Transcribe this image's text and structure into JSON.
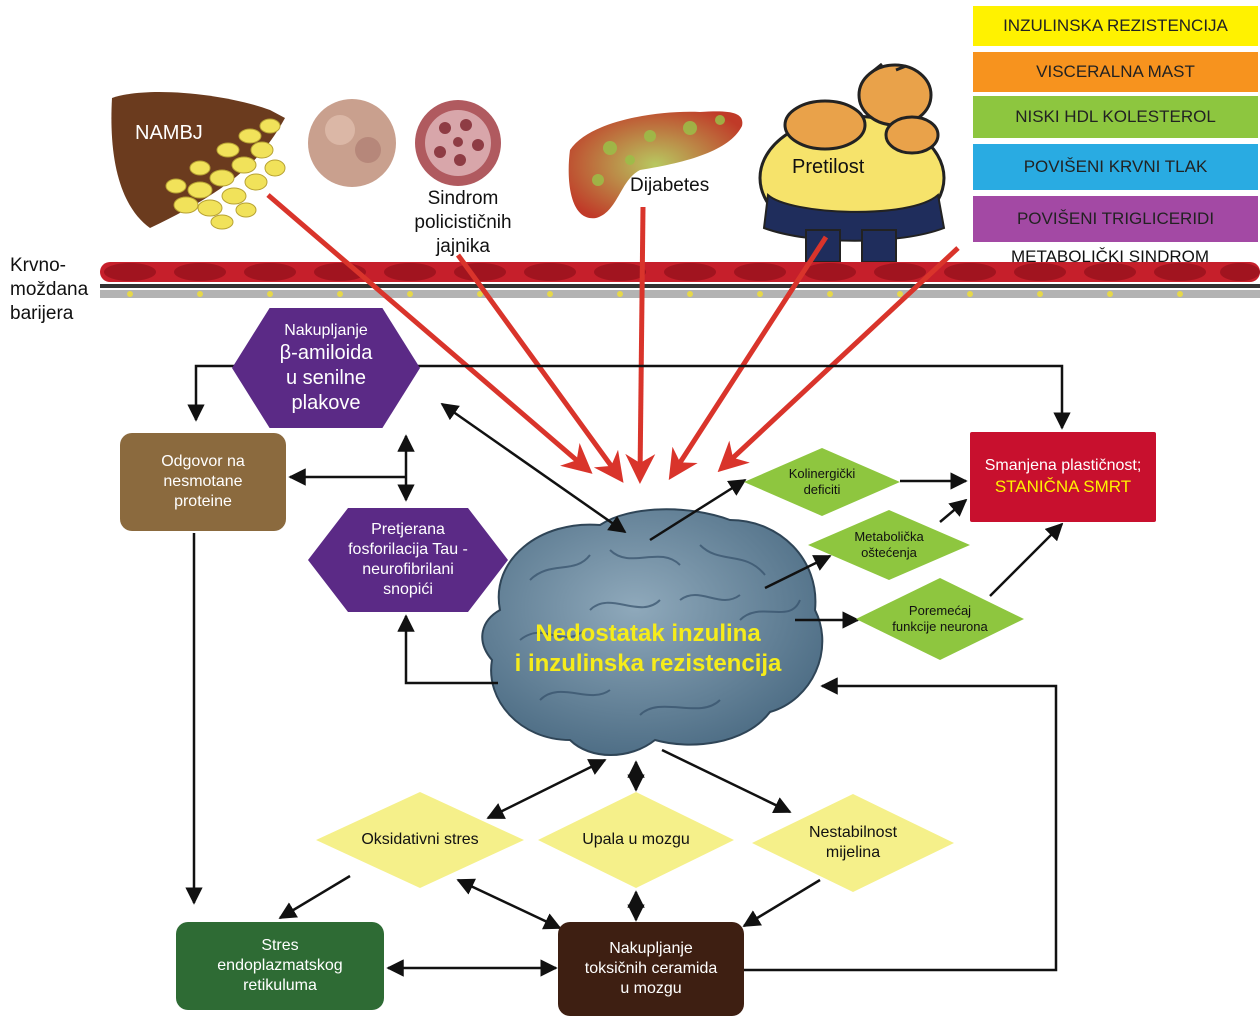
{
  "legend": [
    {
      "label": "INZULINSKA REZISTENCIJA",
      "color": "#fff200"
    },
    {
      "label": "VISCERALNA MAST",
      "color": "#f7931e"
    },
    {
      "label": "NISKI HDL KOLESTEROL",
      "color": "#8dc63f"
    },
    {
      "label": "POVIŠENI KRVNI TLAK",
      "color": "#29abe2"
    },
    {
      "label": "POVIŠENI TRIGLICERIDI",
      "color": "#a349a4"
    }
  ],
  "metabolic_syndrome_label": "METABOLIČKI SINDROM",
  "sources": {
    "nambj": "NAMBJ",
    "pcos_line1": "Sindrom",
    "pcos_line2": "policističnih",
    "pcos_line3": "jajnika",
    "diabetes": "Dijabetes",
    "obesity": "Pretilost"
  },
  "barrier": {
    "line1": "Krvno-",
    "line2": "moždana",
    "line3": "barijera"
  },
  "center": {
    "line1": "Nedostatak inzulina",
    "line2": "i inzulinska rezistencija"
  },
  "nodes": {
    "amyloid": {
      "l1": "Nakupljanje",
      "l2": "β-amiloida",
      "l3": "u senilne",
      "l4": "plakove"
    },
    "upr": {
      "l1": "Odgovor na",
      "l2": "nesmotane",
      "l3": "proteine"
    },
    "tau": {
      "l1": "Pretjerana",
      "l2": "fosforilacija Tau -",
      "l3": "neurofibrilani",
      "l4": "snopići"
    },
    "cholinergic": {
      "l1": "Kolinergički",
      "l2": "deficiti"
    },
    "metabolic_damage": {
      "l1": "Metabolička",
      "l2": "oštećenja"
    },
    "neuron_dysfunction": {
      "l1": "Poremećaj",
      "l2": "funkcije neurona"
    },
    "outcome": {
      "l1": "Smanjena plastičnost;",
      "l2": "STANIČNA SMRT"
    },
    "oxidative": "Oksidativni stres",
    "inflammation": "Upala u mozgu",
    "myelin": {
      "l1": "Nestabilnost",
      "l2": "mijelina"
    },
    "er_stress": {
      "l1": "Stres",
      "l2": "endoplazmatskog",
      "l3": "retikuluma"
    },
    "ceramides": {
      "l1": "Nakupljanje",
      "l2": "toksičnih ceramida",
      "l3": "u mozgu"
    }
  },
  "colors": {
    "red_arrow": "#d9342b",
    "purple": "#5b2a86",
    "brown": "#8b6a3e",
    "red_box": "#c8102e",
    "dark_green": "#2e6b34",
    "dark_brown": "#3e1f12",
    "brain": "#5d7f96"
  }
}
